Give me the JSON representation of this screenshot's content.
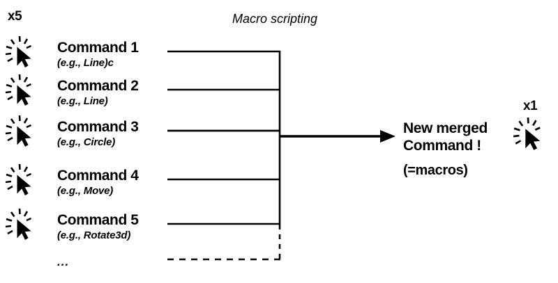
{
  "diagram": {
    "title": "Macro scripting",
    "left_multiplier": "x5",
    "right_multiplier": "x1",
    "ellipsis": "...",
    "commands": [
      {
        "title": "Command 1",
        "example": "(e.g., Line)c"
      },
      {
        "title": "Command 2",
        "example": "(e.g., Line)"
      },
      {
        "title": "Command 3",
        "example": "(e.g., Circle)"
      },
      {
        "title": "Command 4",
        "example": "(e.g., Move)"
      },
      {
        "title": "Command 5",
        "example": "(e.g., Rotate3d)"
      }
    ],
    "result": {
      "title_line1": "New merged",
      "title_line2": "Command !",
      "subtitle": "(=macros)"
    },
    "icons": {
      "click_cursor": "click-cursor-icon",
      "arrow": "arrow-right-icon"
    },
    "colors": {
      "ink": "#000000",
      "background": "#ffffff"
    }
  }
}
